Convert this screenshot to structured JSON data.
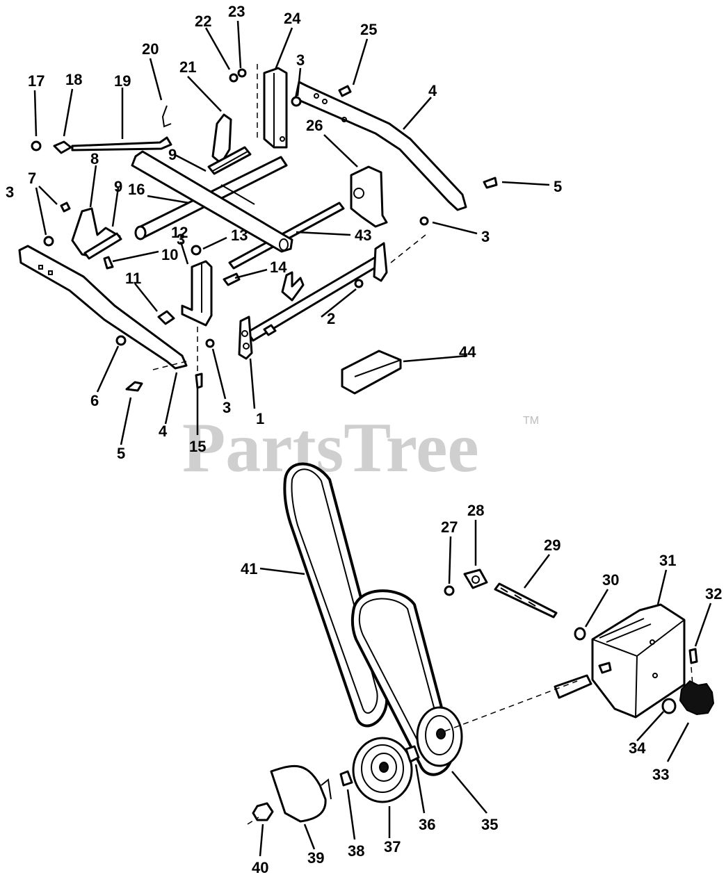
{
  "watermark": {
    "text": "PartsTree",
    "trademark": "TM"
  },
  "callouts": [
    "1",
    "2",
    "3",
    "3",
    "3",
    "3",
    "3",
    "4",
    "4",
    "5",
    "5",
    "6",
    "7",
    "8",
    "9",
    "9",
    "10",
    "11",
    "12",
    "13",
    "14",
    "15",
    "16",
    "17",
    "18",
    "19",
    "20",
    "21",
    "22",
    "23",
    "24",
    "25",
    "26",
    "27",
    "28",
    "29",
    "30",
    "31",
    "32",
    "33",
    "34",
    "35",
    "36",
    "37",
    "38",
    "39",
    "40",
    "41",
    "43",
    "44"
  ],
  "colors": {
    "ink": "#000000",
    "watermark": "#cfcfcf",
    "background": "#ffffff"
  }
}
